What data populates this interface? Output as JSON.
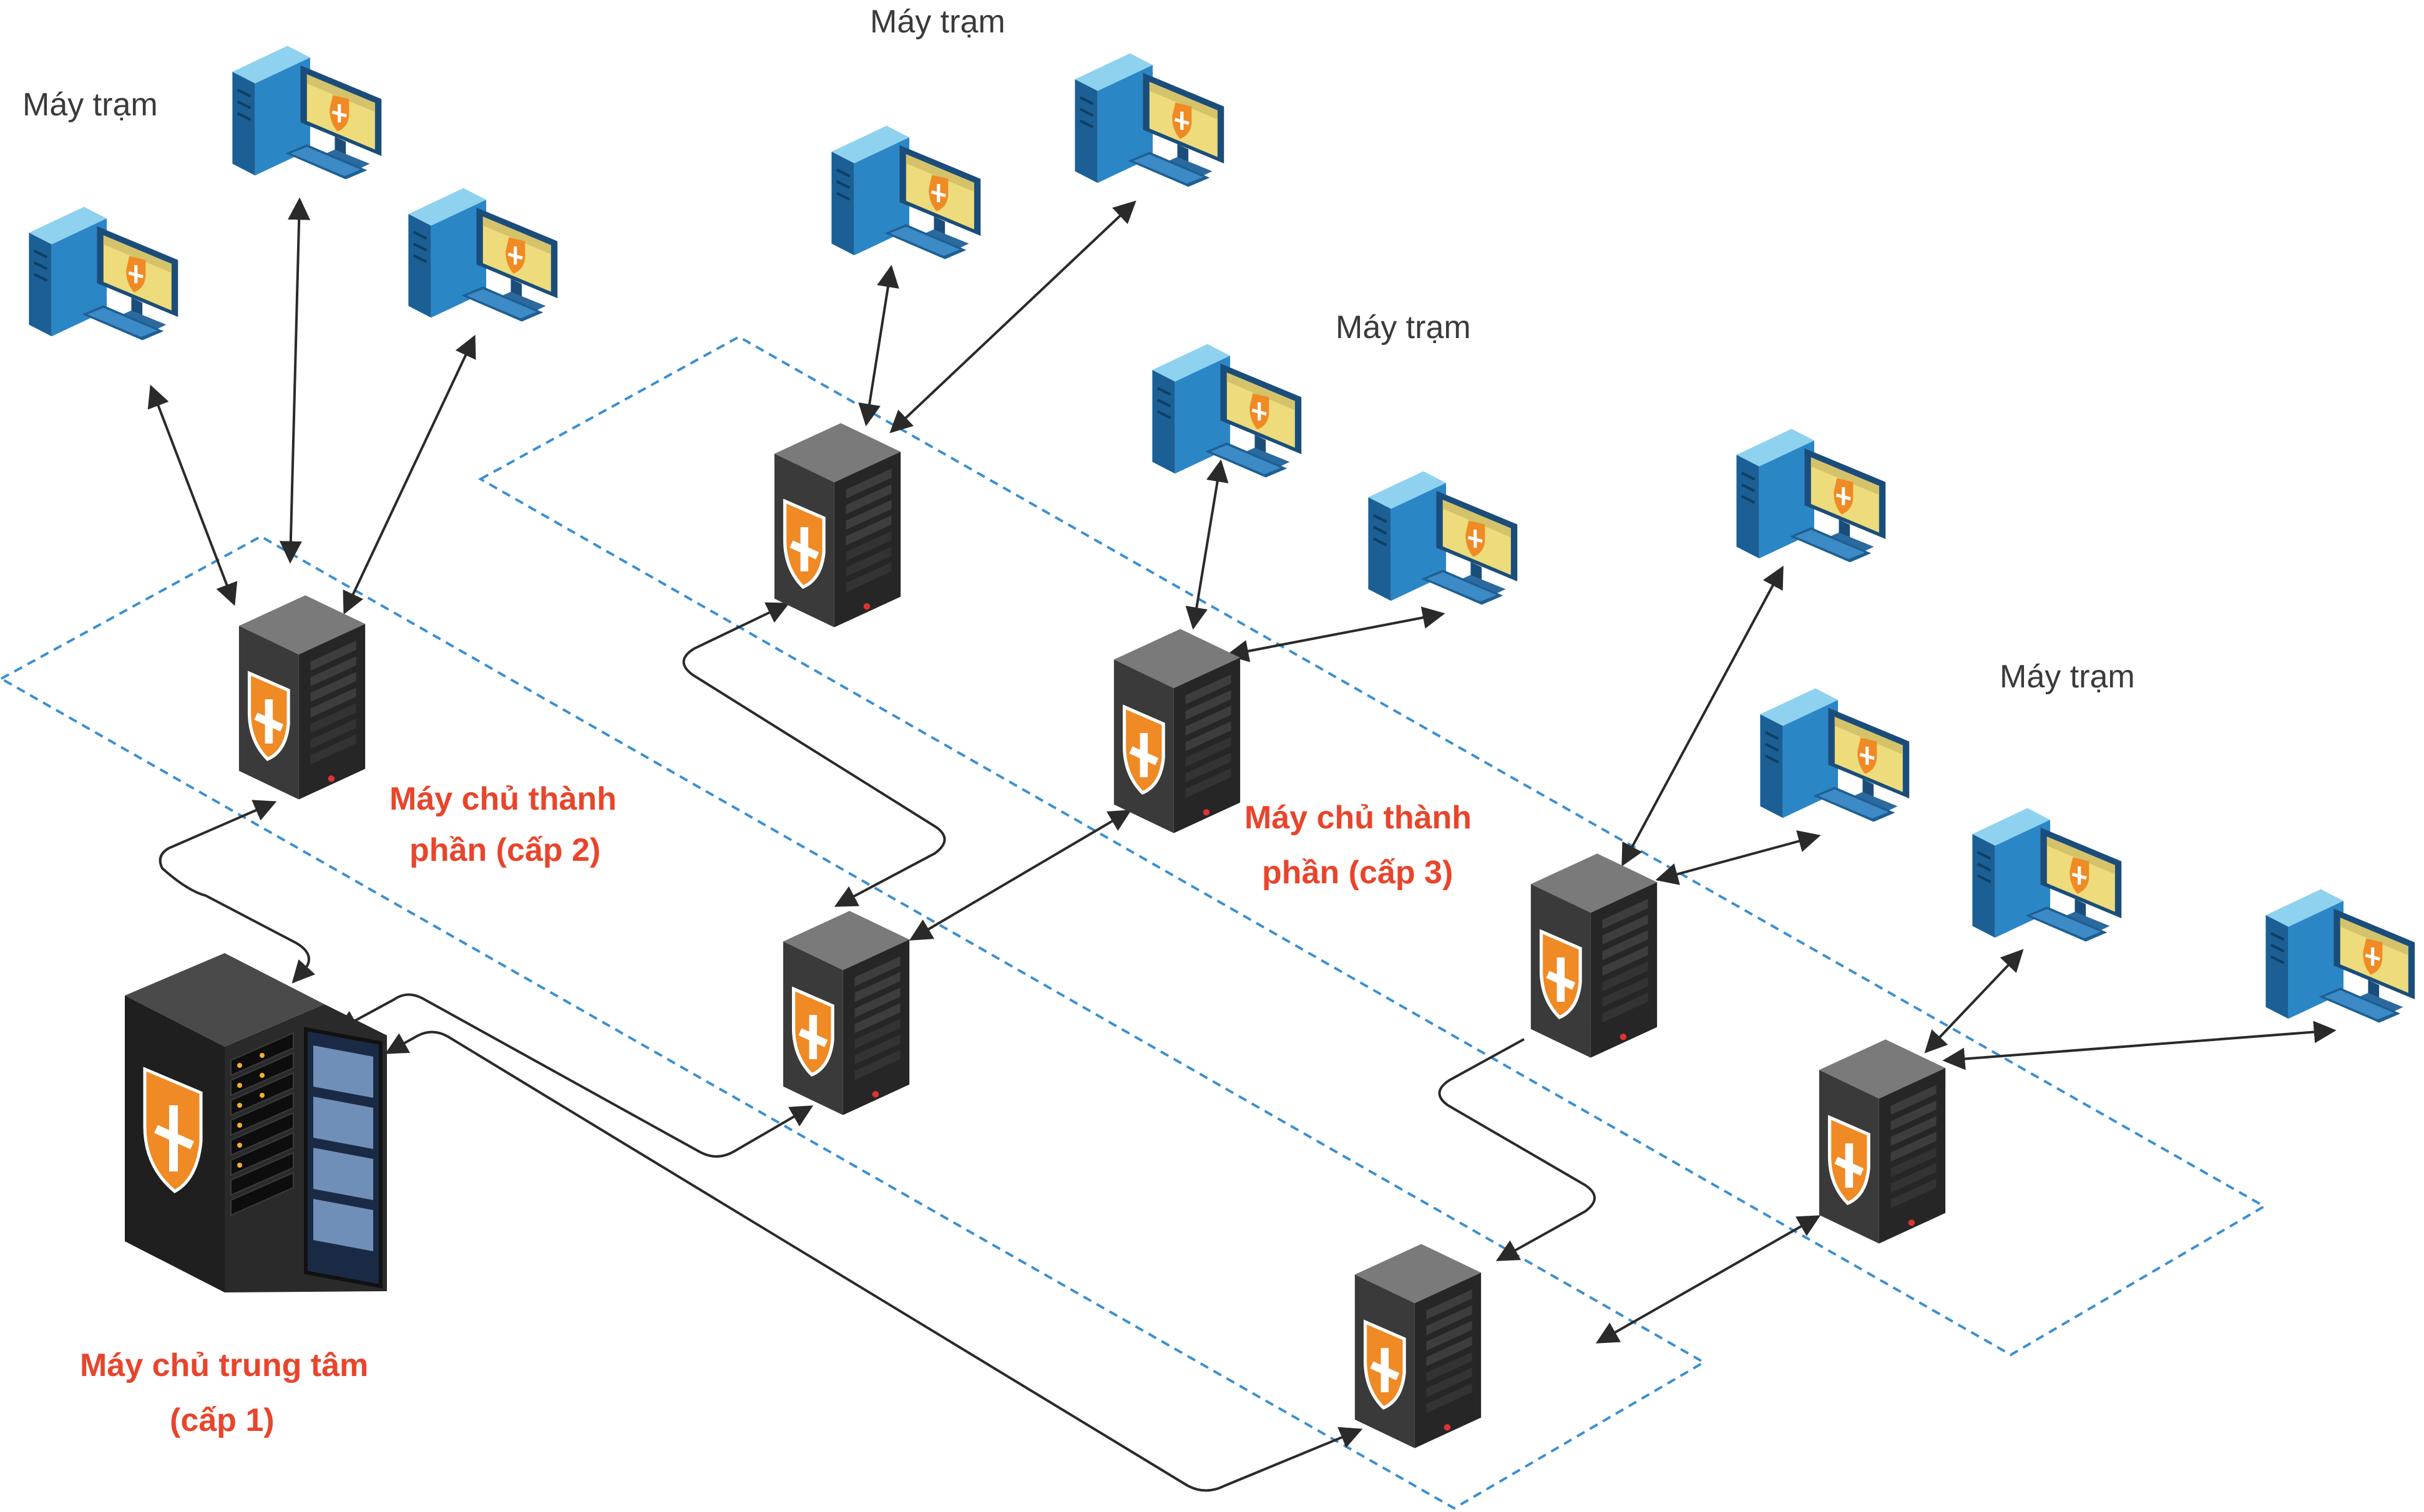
{
  "labels": {
    "workstation_a": "Máy trạm",
    "workstation_b": "Máy trạm",
    "workstation_c": "Máy trạm",
    "workstation_d": "Máy trạm",
    "tier2_line1": "Máy chủ thành",
    "tier2_line2": "phần (cấp 2)",
    "tier3_line1": "Máy chủ thành",
    "tier3_line2": "phần (cấp 3)",
    "central_line1": "Máy chủ trung tâm",
    "central_line2": "(cấp 1)"
  },
  "colors": {
    "server_label": "#e8452c",
    "dashed_zone": "#3b8fd0",
    "connector": "#2a2a2a",
    "shield": "#f08a24"
  },
  "icons": {
    "workstation": "workstation-icon",
    "server": "tower-server-icon",
    "central": "rack-server-icon",
    "shield": "shield-plus-icon"
  }
}
